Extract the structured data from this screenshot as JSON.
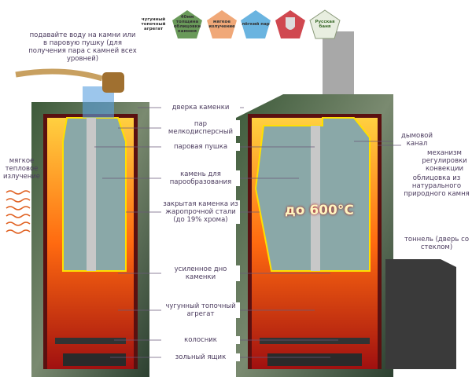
{
  "badges": [
    {
      "text": "чугунный топочный агрегат",
      "color": "#e8808c"
    },
    {
      "text": "40мм толщина облицовки камнем",
      "color": "#6a9a5a"
    },
    {
      "text": "мягкое излучение",
      "color": "#f0a878"
    },
    {
      "text": "лёгкий пар",
      "color": "#6ab4e0"
    },
    {
      "text": "",
      "color": "#d04850"
    },
    {
      "text": "Русская баня",
      "color": "#e8eee0"
    }
  ],
  "left_labels": {
    "water": "подавайте воду на камни или в паровую пушку (для получения пара с камней всех уровней)",
    "radiation": "мягкое тепловое излучение"
  },
  "center_labels": [
    "дверка каменки",
    "пар мелкодисперсный",
    "паровая пушка",
    "камень для парообразования",
    "закрытая каменка из жаропрочной стали (до 19% хрома)",
    "усиленное дно каменки",
    "чугунный топочный агрегат",
    "колосник",
    "зольный ящик"
  ],
  "right_labels": {
    "chimney": "дымовой канал",
    "convection": "механизм регулировки конвекции",
    "cladding": "облицовка из натурального природного камня",
    "tunnel": "тоннель (дверь со стеклом)"
  },
  "temperature": "до 600°С"
}
